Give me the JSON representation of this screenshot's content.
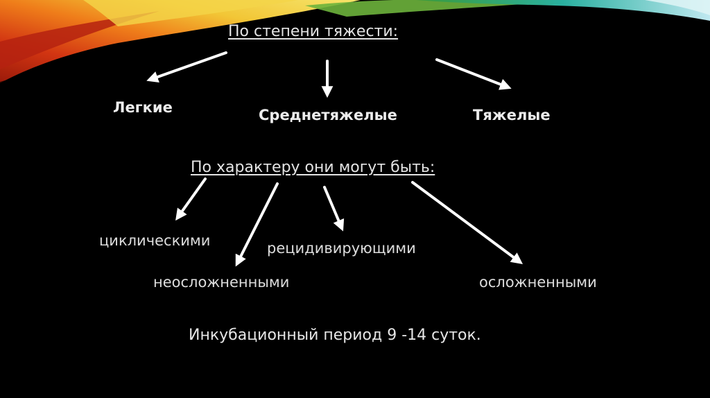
{
  "diagram": {
    "heading_severity": "По степени тяжести:",
    "severity_levels": [
      "Легкие",
      "Среднетяжелые",
      "Тяжелые"
    ],
    "heading_character": "По характеру они могут быть:",
    "character_types": [
      "циклическими",
      "рецидивирующими",
      "неосложненными",
      "осложненными"
    ],
    "incubation_note": "Инкубационный период 9 -14 суток."
  },
  "colors": {
    "background": "#000000",
    "text": "#e6e6e6",
    "arrow": "#ffffff",
    "ribbon_red": "#c8260f",
    "ribbon_orange": "#f08c1c",
    "ribbon_yellow": "#f2d43a",
    "ribbon_green": "#7fc241",
    "ribbon_teal": "#2aa8a0"
  }
}
